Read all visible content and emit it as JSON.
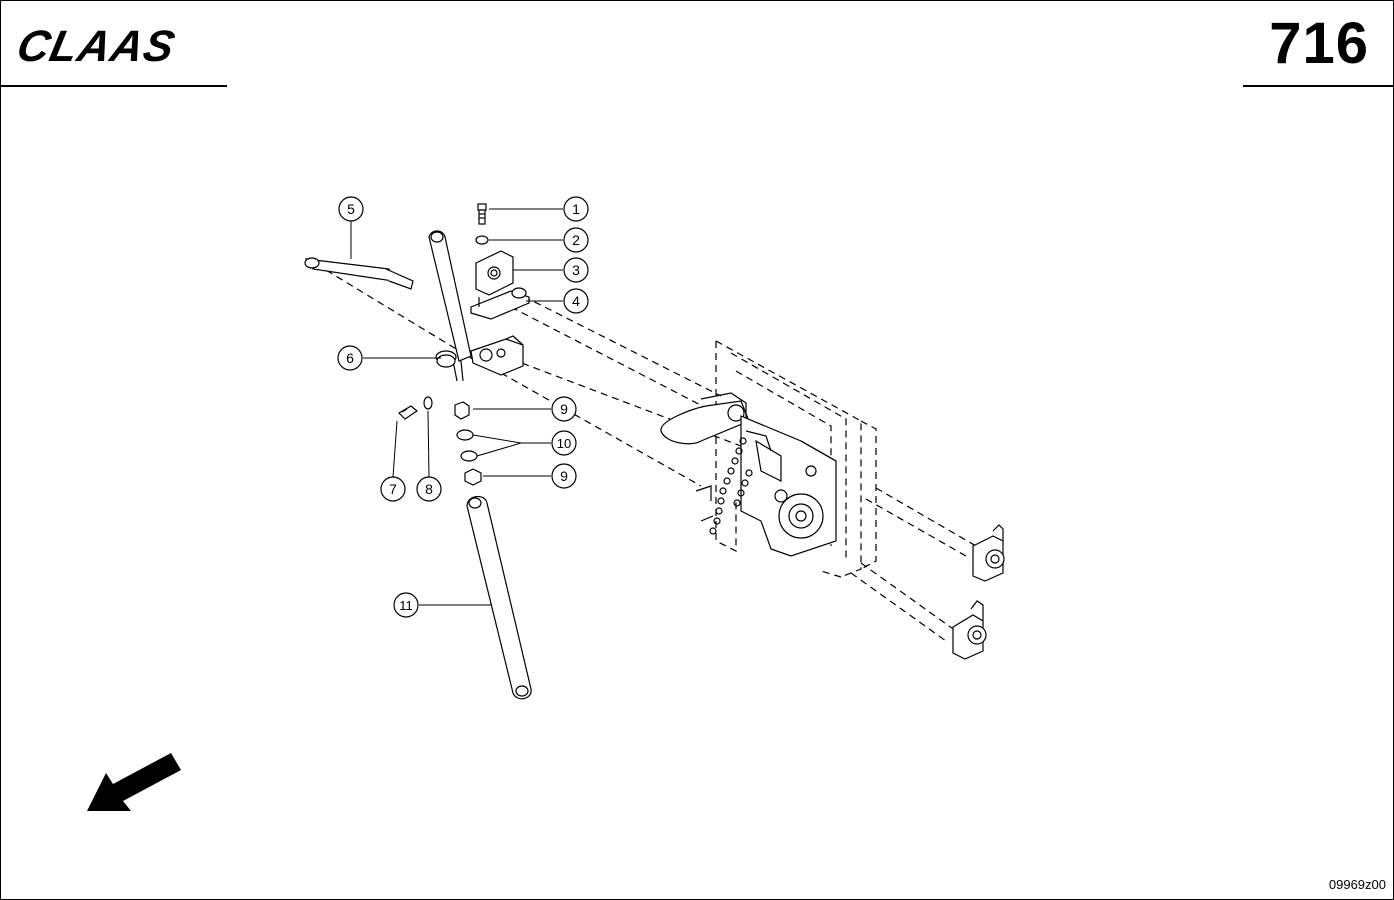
{
  "header": {
    "brand": "CLAAS",
    "page_number": "716"
  },
  "footer": {
    "drawing_id": "09969z00"
  },
  "callouts": [
    "1",
    "2",
    "3",
    "4",
    "5",
    "6",
    "7",
    "8",
    "9",
    "10",
    "9",
    "11"
  ],
  "colors": {
    "ink": "#000000",
    "paper": "#ffffff"
  },
  "icons": {
    "orientation": "direction-arrow-icon"
  }
}
